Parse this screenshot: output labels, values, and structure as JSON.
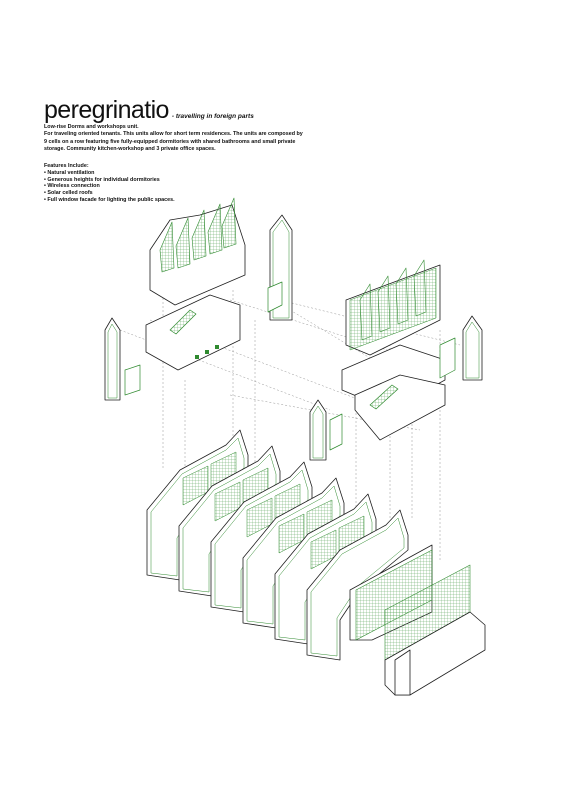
{
  "header": {
    "title": "peregrinatio",
    "subtitle": "- travelling in foreign parts"
  },
  "description": {
    "lines": [
      "Low-rise Dorms and workshops unit.",
      "For traveling oriented tenants. This units allow for short term residences. The units are composed by",
      "9 cells on a row featuring five fully-equipped  dormitories with shared bathrooms and small private",
      "storage. Community kitchen-workshop and 3 private office spaces."
    ]
  },
  "features": {
    "heading": "Features Include:",
    "items": [
      "• Natural ventilation",
      "• Generous heights for individual dormitories",
      "• Wireless connection",
      "• Solar celled roofs",
      "• Full window facade for lighting the public spaces."
    ]
  },
  "colors": {
    "line": "#1f1f1f",
    "accent": "#2f8a2f",
    "grid": "#5aa55a"
  }
}
